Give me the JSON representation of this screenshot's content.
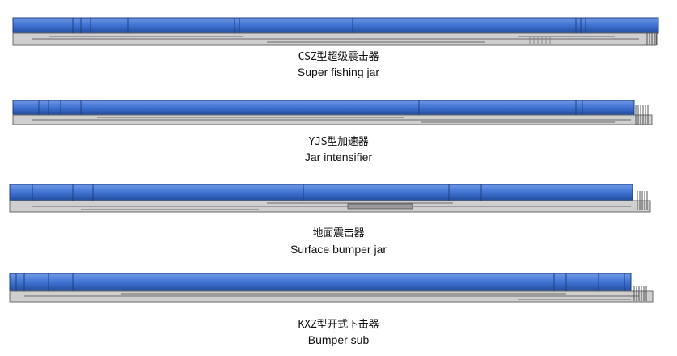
{
  "tools": [
    {
      "label_zh": "CSZ型超级震击器",
      "label_en": "Super fishing jar"
    },
    {
      "label_zh": "YJS型加速器",
      "label_en": "Jar intensifier"
    },
    {
      "label_zh": "地面震击器",
      "label_en": "Surface bumper jar"
    },
    {
      "label_zh": "KXZ型开式下击器",
      "label_en": "Bumper sub"
    }
  ],
  "colors": {
    "body_blue": "#3f72d3",
    "body_blue_light": "#6f98e6",
    "body_blue_dark": "#234d9c",
    "section_gray": "#c8c8c8",
    "section_line": "#6a6a6a",
    "thread": "#555555"
  }
}
